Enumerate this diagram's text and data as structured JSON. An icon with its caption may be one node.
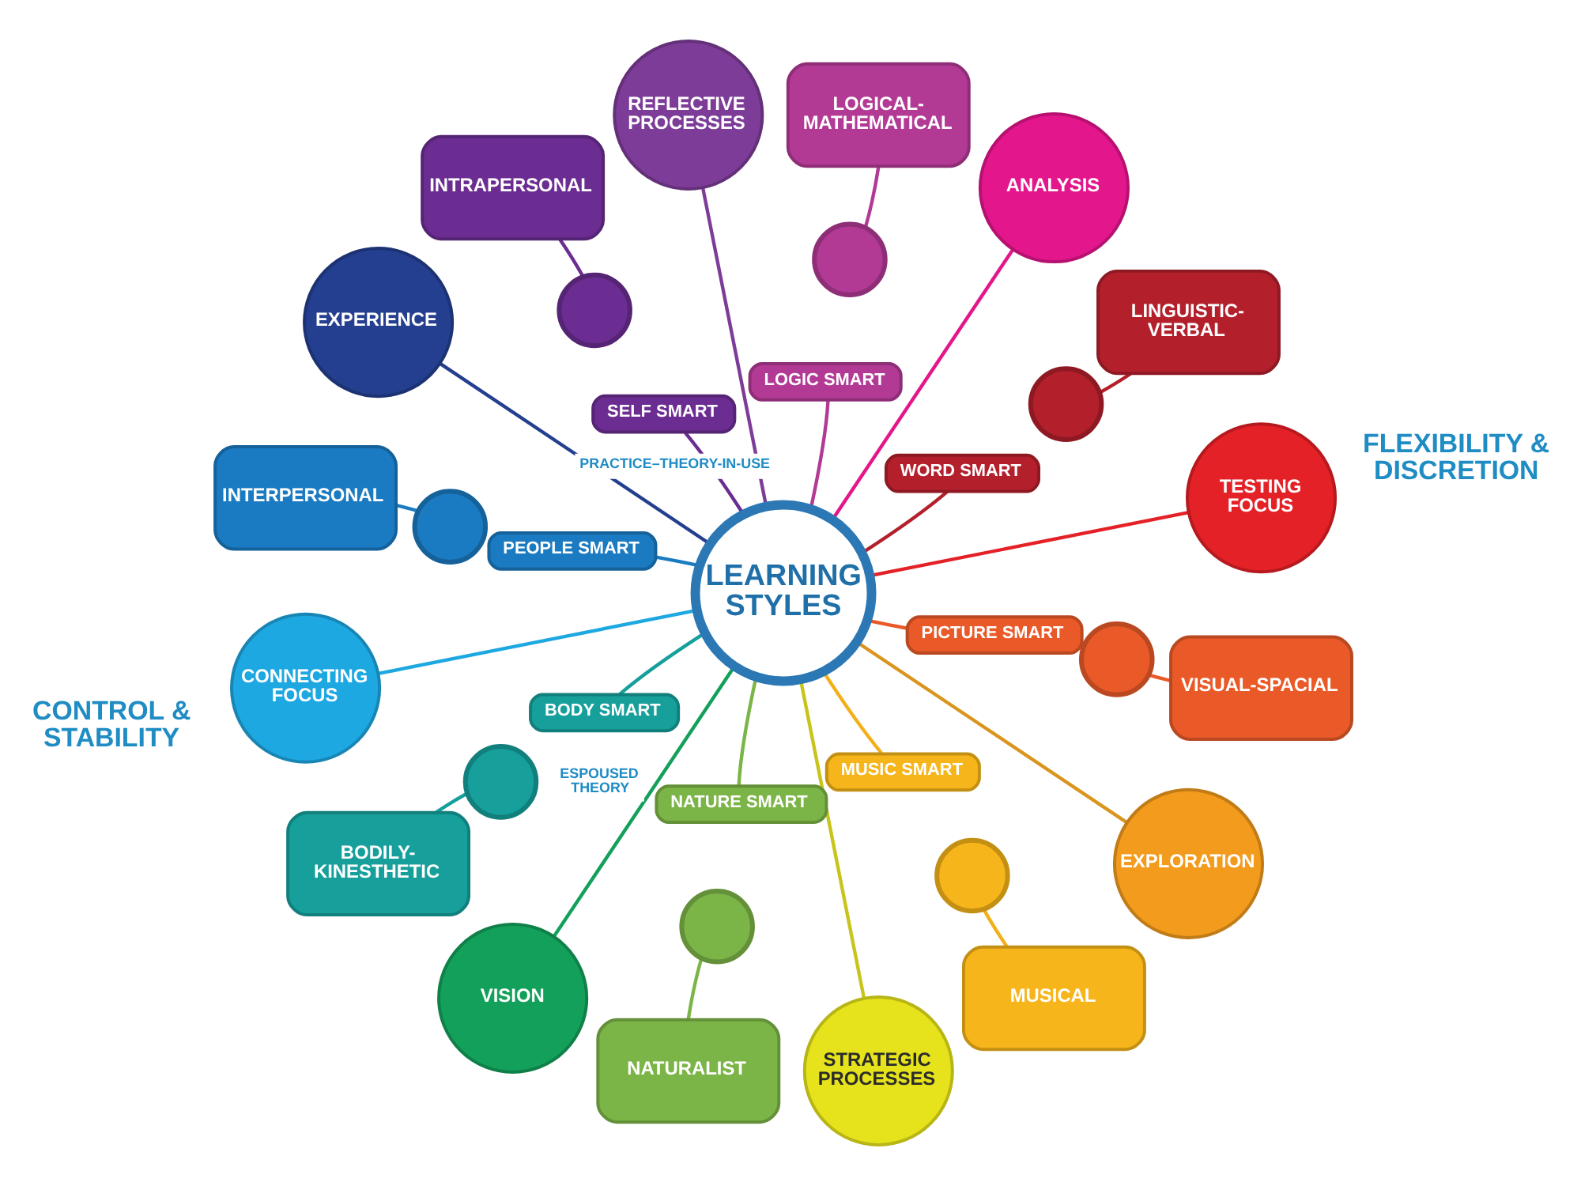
{
  "diagram": {
    "nodes": [
      {
        "text": [
          "LEARNING STYLES"
        ]
      },
      {
        "text": [
          "REFLECTIVE PROCESSES"
        ]
      },
      {
        "text": [
          "LOGIC SMART"
        ]
      },
      {
        "text": [],
        "shape": "circle"
      },
      {
        "text": [
          "LOGICAL-MATHEMATICAL"
        ]
      },
      {
        "text": [
          "ANALYSIS"
        ]
      },
      {
        "text": [
          "WORD SMART"
        ]
      },
      {
        "text": [],
        "shape": "circle"
      },
      {
        "text": [
          "LINGUISTIC-VERBAL"
        ]
      },
      {
        "text": [
          "TESTING FOCUS"
        ]
      },
      {
        "text": [
          "PICTURE SMART"
        ]
      },
      {
        "text": [],
        "shape": "circle"
      },
      {
        "text": [
          "VISUAL-SPACIAL"
        ]
      },
      {
        "text": [
          "EXPLORATION"
        ]
      },
      {
        "text": [
          "MUSIC SMART"
        ]
      },
      {
        "text": [],
        "shape": "circle"
      },
      {
        "text": [
          "MUSICAL"
        ]
      },
      {
        "text": [
          "STRATEGIC PROCESSES"
        ]
      },
      {
        "text": [
          "NATURE SMART"
        ]
      },
      {
        "text": [],
        "shape": "circle"
      },
      {
        "text": [
          "NATURALIST"
        ]
      },
      {
        "text": [
          "VISION"
        ]
      },
      {
        "text": [
          "BODY SMART"
        ]
      },
      {
        "text": [],
        "shape": "circle"
      },
      {
        "text": [
          "BODILY-KINESTHETIC"
        ]
      },
      {
        "text": [
          "CONNECTING FOCUS"
        ]
      },
      {
        "text": [
          "PEOPLE SMART"
        ]
      },
      {
        "text": [],
        "shape": "circle"
      },
      {
        "text": [
          "INTERPERSONAL"
        ]
      },
      {
        "text": [
          "EXPERIENCE"
        ]
      },
      {
        "text": [
          "SELF SMART"
        ]
      },
      {
        "text": [],
        "shape": "circle"
      },
      {
        "text": [
          "INTRAPERSONAL"
        ]
      }
    ],
    "edges": [
      {
        "from": 0,
        "to": 1,
        "arrow": "none",
        "color": "#7d3c98"
      },
      {
        "from": 0,
        "to": 2,
        "arrow": "none",
        "color": "#b23a95"
      },
      {
        "from": 3,
        "to": 4,
        "arrow": "none",
        "color": "#b23a95"
      },
      {
        "from": 0,
        "to": 5,
        "arrow": "none",
        "color": "#e4168c"
      },
      {
        "from": 0,
        "to": 6,
        "arrow": "none",
        "color": "#b3202c"
      },
      {
        "from": 7,
        "to": 8,
        "arrow": "none",
        "color": "#b3202c"
      },
      {
        "from": 0,
        "to": 9,
        "arrow": "none",
        "color": "#e42127"
      },
      {
        "from": 0,
        "to": 10,
        "arrow": "none",
        "color": "#e95a28"
      },
      {
        "from": 11,
        "to": 12,
        "arrow": "none",
        "color": "#e95a28"
      },
      {
        "from": 0,
        "to": 13,
        "arrow": "none",
        "color": "#d9951e"
      },
      {
        "from": 0,
        "to": 14,
        "arrow": "none",
        "color": "#f2b01a"
      },
      {
        "from": 15,
        "to": 16,
        "arrow": "none",
        "color": "#f2b01a"
      },
      {
        "from": 0,
        "to": 17,
        "arrow": "none",
        "color": "#c9c41c"
      },
      {
        "from": 0,
        "to": 18,
        "arrow": "none",
        "color": "#7cb547"
      },
      {
        "from": 19,
        "to": 20,
        "arrow": "none",
        "color": "#7cb547"
      },
      {
        "from": 0,
        "to": 21,
        "arrow": "none",
        "color": "#13a05b",
        "label": "ESPOUSED THEORY"
      },
      {
        "from": 0,
        "to": 22,
        "arrow": "none",
        "color": "#169f9b"
      },
      {
        "from": 23,
        "to": 24,
        "arrow": "none",
        "color": "#169f9b"
      },
      {
        "from": 0,
        "to": 25,
        "arrow": "none",
        "color": "#1ea8e1"
      },
      {
        "from": 0,
        "to": 26,
        "arrow": "none",
        "color": "#1b7bc2"
      },
      {
        "from": 27,
        "to": 28,
        "arrow": "none",
        "color": "#1b7bc2"
      },
      {
        "from": 0,
        "to": 29,
        "arrow": "none",
        "color": "#243f8f",
        "label": "PRACTICE–THEORY-IN-USE"
      },
      {
        "from": 0,
        "to": 30,
        "arrow": "none",
        "color": "#6b2d91"
      },
      {
        "from": 31,
        "to": 32,
        "arrow": "none",
        "color": "#6b2d91"
      }
    ],
    "labels": [
      "CONTROL & STABILITY",
      "FLEXIBILITY & DISCRETION"
    ]
  }
}
